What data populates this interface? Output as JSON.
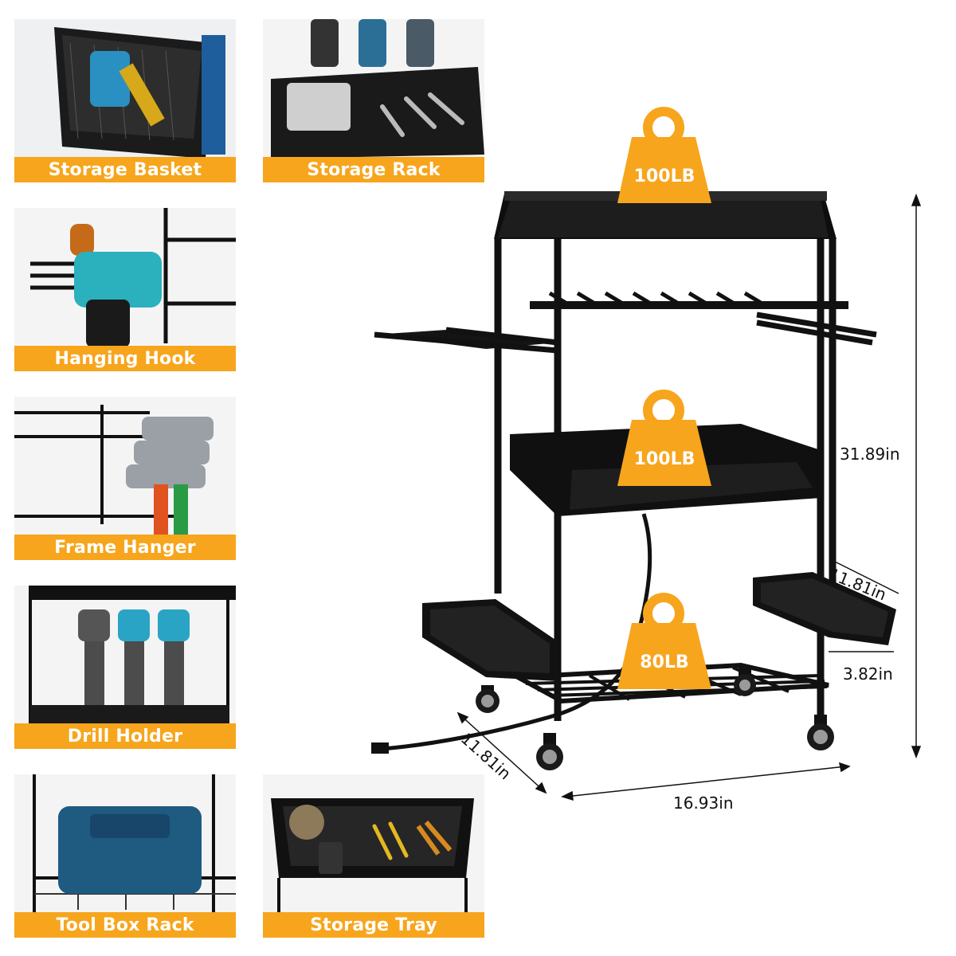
{
  "features": [
    {
      "label": "Storage Basket",
      "icon": "mesh-basket-with-tools"
    },
    {
      "label": "Storage Rack",
      "icon": "shelf-with-drills-and-wrenches"
    },
    {
      "label": "Hanging Hook",
      "icon": "drill-on-hook"
    },
    {
      "label": "Frame Hanger",
      "icon": "hammers-on-frame"
    },
    {
      "label": "Drill Holder",
      "icon": "drills-in-holder"
    },
    {
      "label": "Tool Box Rack",
      "icon": "toolbox-on-wire-shelf"
    },
    {
      "label": "Storage Tray",
      "icon": "tray-with-screwdrivers"
    }
  ],
  "weights": {
    "top": "100LB",
    "middle": "100LB",
    "bottom": "80LB"
  },
  "dimensions": {
    "height": "31.89in",
    "side_basket_length": "11.81in",
    "side_basket_width": "3.82in",
    "depth": "11.81in",
    "width": "16.93in"
  },
  "colors": {
    "accent": "#f7a51c",
    "frame": "#111111"
  }
}
